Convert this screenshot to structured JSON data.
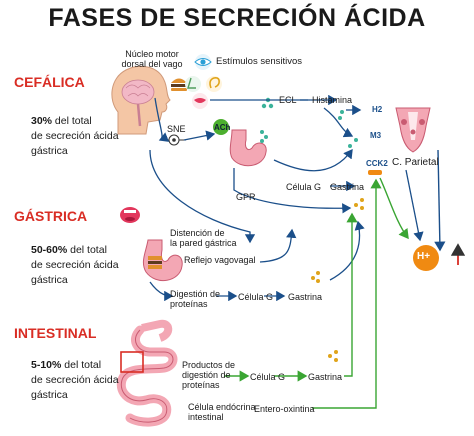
{
  "title": "FASES DE SECRECIÓN ÁCIDA",
  "phases": {
    "cefalica": {
      "name": "CEFÁLICA",
      "pct": "30%",
      "text1": " del total",
      "text2": "de secreción ácida",
      "text3": "gástrica"
    },
    "gastrica": {
      "name": "GÁSTRICA",
      "pct": "50-60%",
      "text1": " del total",
      "text2": "de secreción ácida",
      "text3": "gástrica"
    },
    "intestinal": {
      "name": "INTESTINAL",
      "pct": "5-10%",
      "text1": " del total",
      "text2": "de secreción ácida",
      "text3": "gástrica"
    }
  },
  "labels": {
    "nucleo1": "Núcleo motor",
    "nucleo2": "dorsal del vago",
    "estimulos": "Estímulos sensitivos",
    "sne": "SNE",
    "ach": "ACh",
    "ecl": "ECL",
    "histamina": "Histamina",
    "h2": "H2",
    "m3": "M3",
    "cck2": "CCK2",
    "cparietal": "C. Parietal",
    "grp": "GPR",
    "celulag1": "Célula G",
    "gastrina1": "Gastrina",
    "distencion1": "Distención de",
    "distencion2": "la pared gástrica",
    "reflejo": "Reflejo vagovagal",
    "digestion1": "Digestión de",
    "digestion2": "proteínas",
    "celulag2": "Célula G",
    "gastrina2": "Gastrina",
    "productos1": "Productos de",
    "productos2": "digestión de",
    "productos3": "proteínas",
    "celulag3": "Célula G",
    "gastrina3": "Gastrina",
    "endocrina1": "Célula endócrina",
    "endocrina2": "intestinal",
    "enterooxintina": "Entero-oxintina",
    "hplus": "H+"
  },
  "colors": {
    "phase_red": "#d92d24",
    "arrow_blue": "#1b4f8a",
    "arrow_green": "#3aa533",
    "ach_green": "#4caf2e",
    "dot_teal": "#3bb39a",
    "hplus_orange": "#f08a12"
  }
}
